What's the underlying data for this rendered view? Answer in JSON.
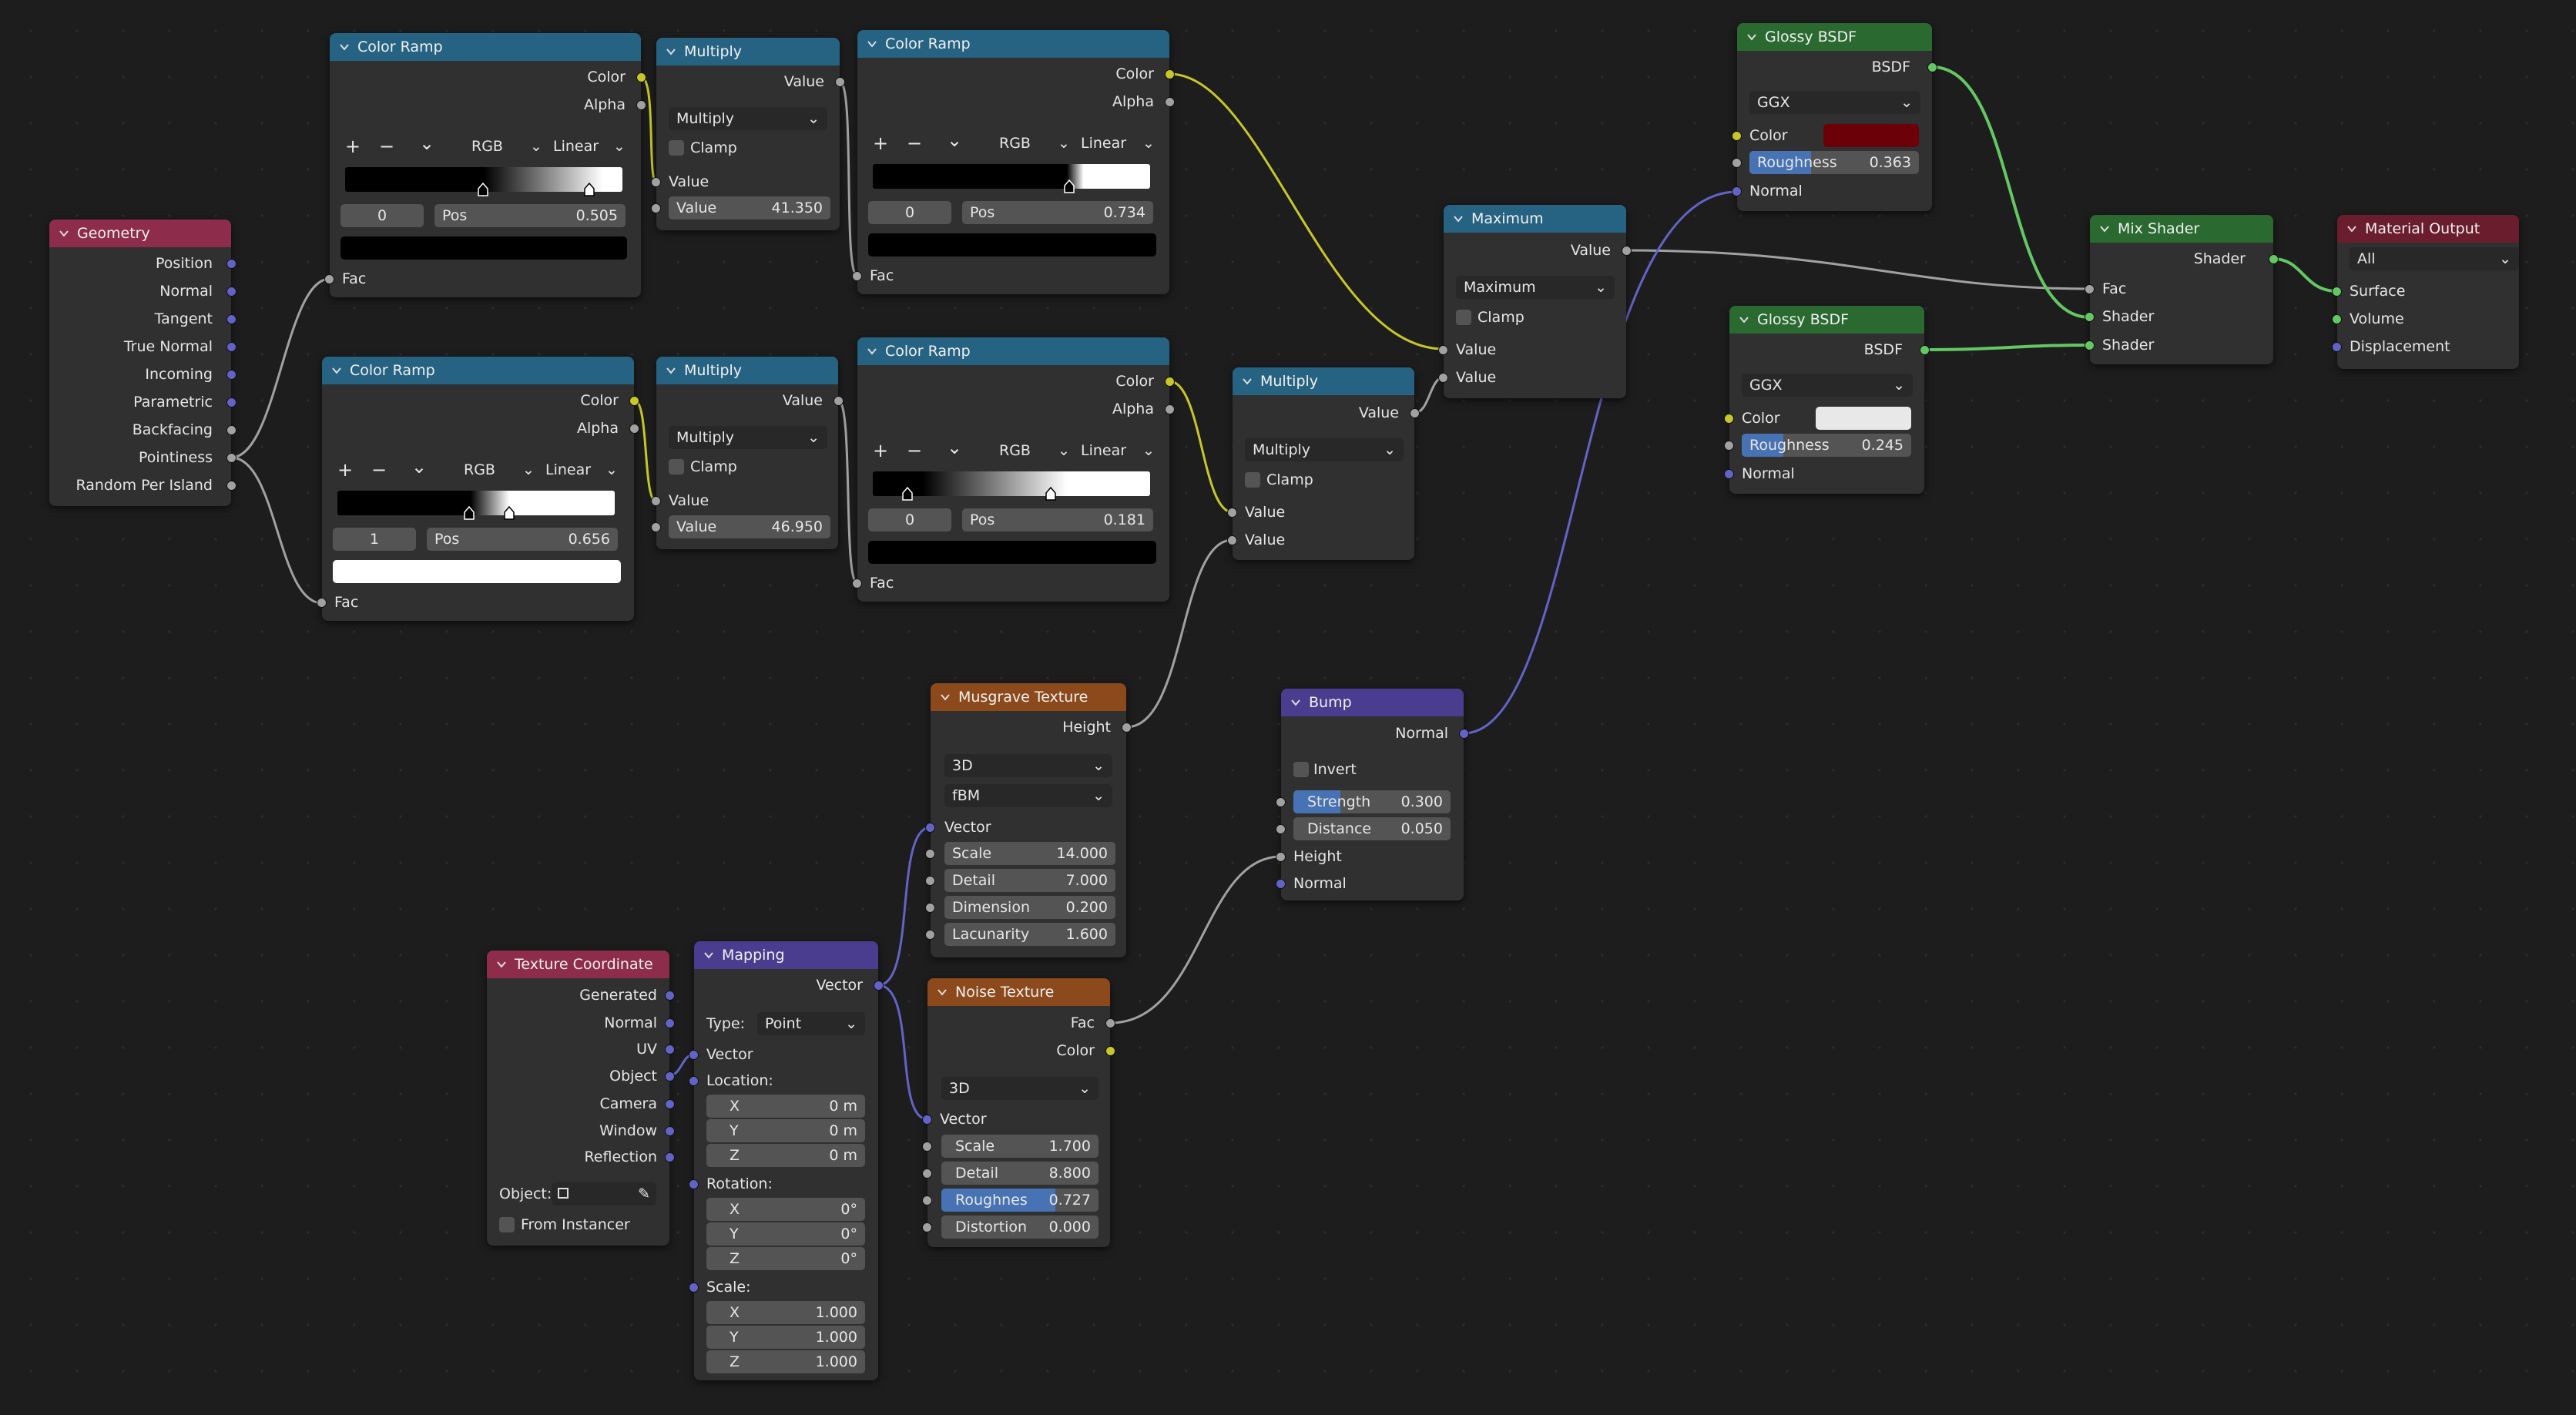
{
  "colors": {
    "geometry_header": "#8e2c4c",
    "converter_header": "#266383",
    "texture_header": "#8c4a1c",
    "vector_header": "#4a3c8e",
    "shader_header": "#2a6a31",
    "output_header": "#6a1d2d",
    "socket_float": "#a1a1a1",
    "socket_color": "#c7c729",
    "socket_vector": "#6363c7",
    "socket_shader": "#63c763",
    "slider_fill": "#4772b3"
  },
  "geometry": {
    "title": "Geometry",
    "outputs": [
      "Position",
      "Normal",
      "Tangent",
      "True Normal",
      "Incoming",
      "Parametric",
      "Backfacing",
      "Pointiness",
      "Random Per Island"
    ]
  },
  "cr1": {
    "title": "Color Ramp",
    "out_color": "Color",
    "out_alpha": "Alpha",
    "plus": "+",
    "minus": "−",
    "chev": "⌄",
    "mode": "RGB",
    "interp": "Linear",
    "index": "0",
    "pos_label": "Pos",
    "pos": "0.505",
    "in_fac": "Fac"
  },
  "cr2": {
    "title": "Color Ramp",
    "out_color": "Color",
    "out_alpha": "Alpha",
    "plus": "+",
    "minus": "−",
    "chev": "⌄",
    "mode": "RGB",
    "interp": "Linear",
    "index": "1",
    "pos_label": "Pos",
    "pos": "0.656",
    "in_fac": "Fac"
  },
  "cr3": {
    "title": "Color Ramp",
    "out_color": "Color",
    "out_alpha": "Alpha",
    "plus": "+",
    "minus": "−",
    "chev": "⌄",
    "mode": "RGB",
    "interp": "Linear",
    "index": "0",
    "pos_label": "Pos",
    "pos": "0.734",
    "in_fac": "Fac"
  },
  "cr4": {
    "title": "Color Ramp",
    "out_color": "Color",
    "out_alpha": "Alpha",
    "plus": "+",
    "minus": "−",
    "chev": "⌄",
    "mode": "RGB",
    "interp": "Linear",
    "index": "0",
    "pos_label": "Pos",
    "pos": "0.181",
    "in_fac": "Fac"
  },
  "mul1": {
    "title": "Multiply",
    "out": "Value",
    "op": "Multiply",
    "clamp": "Clamp",
    "in1": "Value",
    "in2_label": "Value",
    "in2": "41.350"
  },
  "mul2": {
    "title": "Multiply",
    "out": "Value",
    "op": "Multiply",
    "clamp": "Clamp",
    "in1": "Value",
    "in2_label": "Value",
    "in2": "46.950"
  },
  "mul3": {
    "title": "Multiply",
    "out": "Value",
    "op": "Multiply",
    "clamp": "Clamp",
    "in1": "Value",
    "in2": "Value"
  },
  "maxn": {
    "title": "Maximum",
    "out": "Value",
    "op": "Maximum",
    "clamp": "Clamp",
    "in1": "Value",
    "in2": "Value"
  },
  "glossy1": {
    "title": "Glossy BSDF",
    "out": "BSDF",
    "dist": "GGX",
    "color": "Color",
    "color_value": "#6b0009",
    "rough_label": "Roughness",
    "rough": "0.363",
    "rough_frac": 0.363,
    "normal": "Normal"
  },
  "glossy2": {
    "title": "Glossy BSDF",
    "out": "BSDF",
    "dist": "GGX",
    "color": "Color",
    "color_value": "#e8e8e8",
    "rough_label": "Roughness",
    "rough": "0.245",
    "rough_frac": 0.245,
    "normal": "Normal"
  },
  "mix": {
    "title": "Mix Shader",
    "out": "Shader",
    "fac": "Fac",
    "sh1": "Shader",
    "sh2": "Shader"
  },
  "out": {
    "title": "Material Output",
    "target": "All",
    "surface": "Surface",
    "volume": "Volume",
    "displacement": "Displacement"
  },
  "musgrave": {
    "title": "Musgrave Texture",
    "out": "Height",
    "dim": "3D",
    "type": "fBM",
    "vector": "Vector",
    "fields": [
      {
        "label": "Scale",
        "value": "14.000"
      },
      {
        "label": "Detail",
        "value": "7.000"
      },
      {
        "label": "Dimension",
        "value": "0.200"
      },
      {
        "label": "Lacunarity",
        "value": "1.600"
      }
    ]
  },
  "bump": {
    "title": "Bump",
    "out": "Normal",
    "invert": "Invert",
    "strength_label": "Strength",
    "strength": "0.300",
    "strength_frac": 0.3,
    "distance_label": "Distance",
    "distance": "0.050",
    "height": "Height",
    "normal": "Normal"
  },
  "noise": {
    "title": "Noise Texture",
    "out_fac": "Fac",
    "out_color": "Color",
    "dim": "3D",
    "vector": "Vector",
    "fields": [
      {
        "label": "Scale",
        "value": "1.700"
      },
      {
        "label": "Detail",
        "value": "8.800"
      },
      {
        "label": "Roughnes",
        "value": "0.727"
      },
      {
        "label": "Distortion",
        "value": "0.000"
      }
    ],
    "rough_frac": 0.727
  },
  "texcoord": {
    "title": "Texture Coordinate",
    "outputs": [
      "Generated",
      "Normal",
      "UV",
      "Object",
      "Camera",
      "Window",
      "Reflection"
    ],
    "object_label": "Object:",
    "from_instancer": "From Instancer"
  },
  "mapping": {
    "title": "Mapping",
    "out": "Vector",
    "type_label": "Type:",
    "type": "Point",
    "vector": "Vector",
    "location": "Location:",
    "rotation": "Rotation:",
    "scale": "Scale:",
    "loc": [
      {
        "axis": "X",
        "value": "0 m"
      },
      {
        "axis": "Y",
        "value": "0 m"
      },
      {
        "axis": "Z",
        "value": "0 m"
      }
    ],
    "rot": [
      {
        "axis": "X",
        "value": "0°"
      },
      {
        "axis": "Y",
        "value": "0°"
      },
      {
        "axis": "Z",
        "value": "0°"
      }
    ],
    "scl": [
      {
        "axis": "X",
        "value": "1.000"
      },
      {
        "axis": "Y",
        "value": "1.000"
      },
      {
        "axis": "Z",
        "value": "1.000"
      }
    ]
  }
}
